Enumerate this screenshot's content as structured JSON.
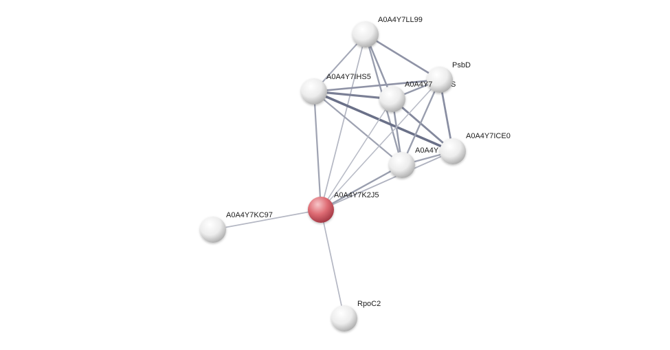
{
  "network": {
    "nodes": [
      {
        "id": "ll99",
        "label": "A0A4Y7LL99",
        "query": false
      },
      {
        "id": "psbd",
        "label": "PsbD",
        "query": false
      },
      {
        "id": "ihs5",
        "label": "A0A4Y7IHS5",
        "query": false
      },
      {
        "id": "hidden1",
        "label": "A0A4Y7",
        "label_tail": "S",
        "query": false
      },
      {
        "id": "ice0",
        "label": "A0A4Y7ICE0",
        "query": false
      },
      {
        "id": "hidden2",
        "label": "A0A4Y",
        "query": false
      },
      {
        "id": "k2j5",
        "label": "A0A4Y7K2J5",
        "query": true
      },
      {
        "id": "kc97",
        "label": "A0A4Y7KC97",
        "query": false
      },
      {
        "id": "rpoc2",
        "label": "RpoC2",
        "query": false
      }
    ],
    "edges": [
      {
        "source": "ll99",
        "target": "ihs5",
        "strength": 0.35
      },
      {
        "source": "ll99",
        "target": "psbd",
        "strength": 0.55
      },
      {
        "source": "ll99",
        "target": "hidden1",
        "strength": 0.5
      },
      {
        "source": "ll99",
        "target": "hidden2",
        "strength": 0.45
      },
      {
        "source": "ll99",
        "target": "k2j5",
        "strength": 0.2
      },
      {
        "source": "ihs5",
        "target": "hidden1",
        "strength": 0.75
      },
      {
        "source": "ihs5",
        "target": "psbd",
        "strength": 0.55
      },
      {
        "source": "ihs5",
        "target": "ice0",
        "strength": 0.9
      },
      {
        "source": "ihs5",
        "target": "hidden2",
        "strength": 0.4
      },
      {
        "source": "ihs5",
        "target": "k2j5",
        "strength": 0.4
      },
      {
        "source": "hidden1",
        "target": "psbd",
        "strength": 0.5
      },
      {
        "source": "hidden1",
        "target": "ice0",
        "strength": 0.65
      },
      {
        "source": "hidden1",
        "target": "hidden2",
        "strength": 0.5
      },
      {
        "source": "psbd",
        "target": "ice0",
        "strength": 0.6
      },
      {
        "source": "psbd",
        "target": "hidden2",
        "strength": 0.45
      },
      {
        "source": "psbd",
        "target": "k2j5",
        "strength": 0.15
      },
      {
        "source": "hidden2",
        "target": "ice0",
        "strength": 0.4
      },
      {
        "source": "hidden2",
        "target": "k2j5",
        "strength": 0.45
      },
      {
        "source": "ice0",
        "target": "k2j5",
        "strength": 0.25
      },
      {
        "source": "hidden1",
        "target": "k2j5",
        "strength": 0.15
      },
      {
        "source": "k2j5",
        "target": "kc97",
        "strength": 0.2
      },
      {
        "source": "k2j5",
        "target": "rpoc2",
        "strength": 0.2
      }
    ],
    "colors": {
      "query_node": "#d9606a",
      "node": "#e6e6e6",
      "edge_strong": "#5f6680",
      "edge_weak": "#c9cbd4"
    }
  }
}
